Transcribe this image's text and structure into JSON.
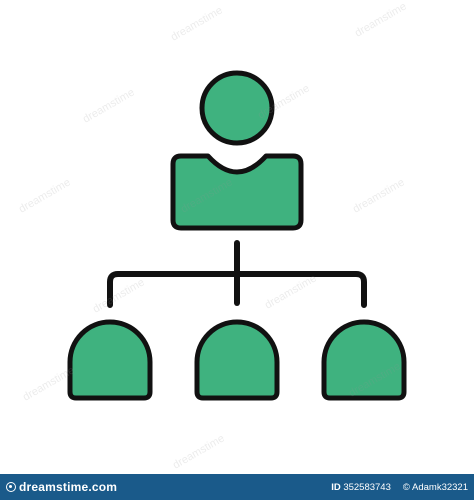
{
  "icon": {
    "name": "organization-hierarchy-icon",
    "fill_color": "#3fb27f",
    "outline_color": "#111111",
    "background_color": "#ffffff"
  },
  "watermark": {
    "text": "dreamstime",
    "color": "#969696"
  },
  "footer": {
    "brand_name": "dreamstime.com",
    "id_label": "ID",
    "id_value": "352583743",
    "copyright_prefix": "©",
    "author": "Adamk32321",
    "background_color": "#1a5a8a"
  }
}
